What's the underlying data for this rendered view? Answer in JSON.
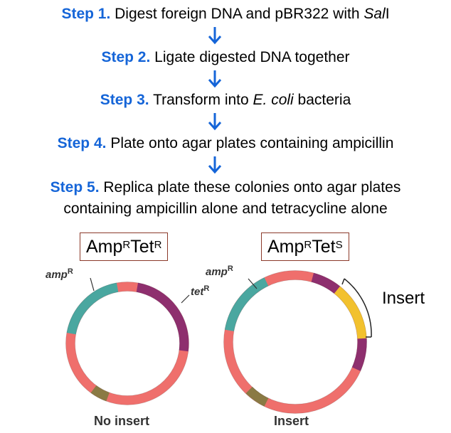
{
  "steps": [
    {
      "num": "Step 1.",
      "text_a": "Digest foreign DNA and pBR322 with ",
      "italic": "Sal",
      "text_b": "I"
    },
    {
      "num": "Step 2.",
      "text_a": "Ligate digested DNA together",
      "italic": "",
      "text_b": ""
    },
    {
      "num": "Step 3.",
      "text_a": "Transform into ",
      "italic": "E. coli",
      "text_b": " bacteria"
    },
    {
      "num": "Step 4.",
      "text_a": "Plate onto agar plates containing ampicillin",
      "italic": "",
      "text_b": ""
    },
    {
      "num": "Step 5.",
      "text_a": "Replica plate these colonies onto agar plates",
      "italic": "",
      "text_b": ""
    },
    {
      "num": "",
      "text_a": "containing ampicillin alone and tetracycline alone",
      "italic": "",
      "text_b": ""
    }
  ],
  "left_plasmid": {
    "box_main1": "Amp",
    "box_sup1": "R",
    "box_main2": "Tet",
    "box_sup2": "R",
    "amp_label": "amp",
    "amp_sup": "R",
    "tet_label": "tet",
    "tet_sup": "R",
    "caption": "No insert"
  },
  "right_plasmid": {
    "box_main1": "Amp",
    "box_sup1": "R",
    "box_main2": "Tet",
    "box_sup2": "S",
    "amp_label": "amp",
    "amp_sup": "R",
    "insert_label": "Insert",
    "caption": "Insert"
  },
  "colors": {
    "step_blue": "#1565d8",
    "amp_teal": "#4aa7a0",
    "tet_purple": "#8e2f6e",
    "backbone_pink": "#ef6f6c",
    "olive": "#8a7a44",
    "insert_yellow": "#f2c12e"
  }
}
